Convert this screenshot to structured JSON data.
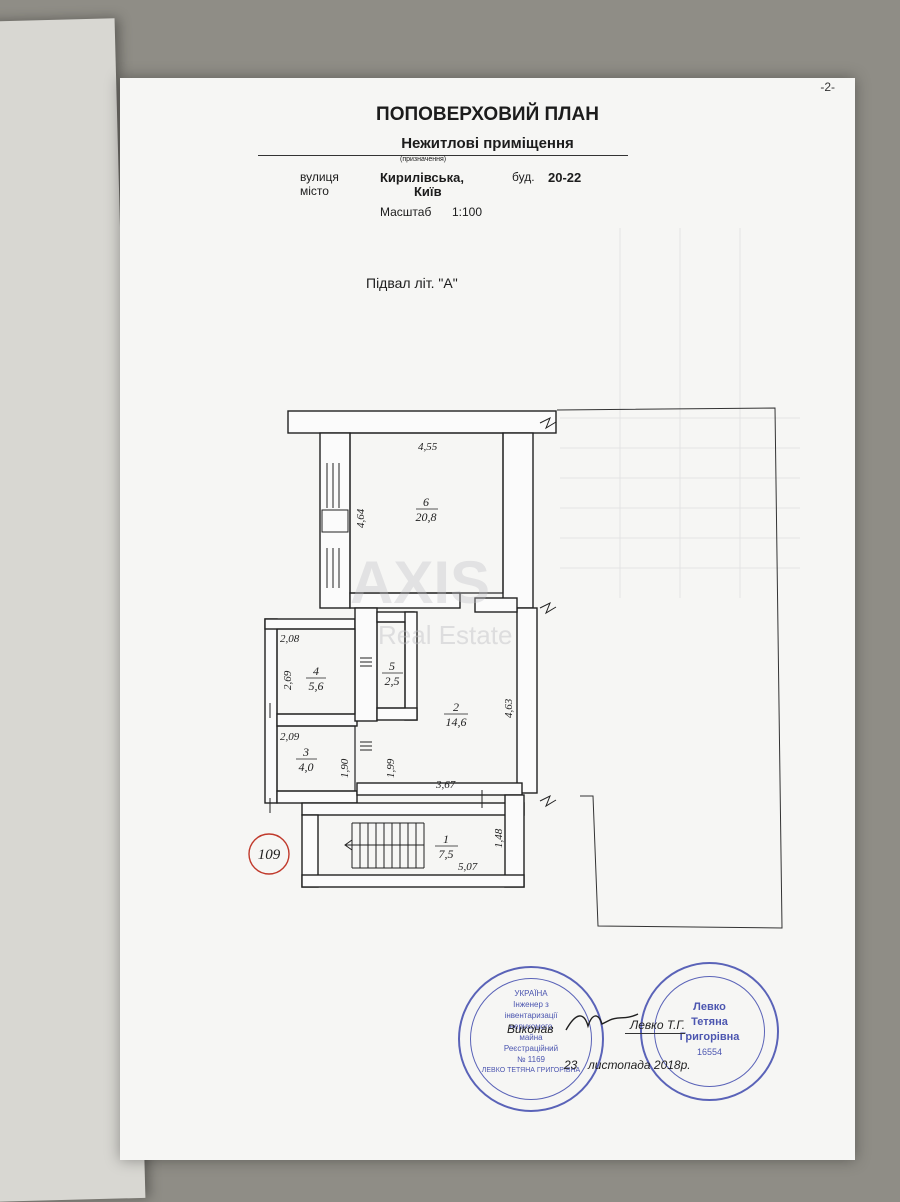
{
  "header": {
    "title": "ПОПОВЕРХОВИЙ ПЛАН",
    "subtitle": "Нежитлові приміщення",
    "purpose_caption": "(призначення)",
    "street_label": "вулиця",
    "city_label": "місто",
    "street_value": "Кирилівська,",
    "city_value": "Київ",
    "building_label": "буд.",
    "building_value": "20-22",
    "scale_label": "Масштаб",
    "scale_value": "1:100",
    "corner_mark": "-2-"
  },
  "floor_label": "Підвал  літ. \"А\"",
  "rooms": [
    {
      "number": "6",
      "area": "20,8"
    },
    {
      "number": "4",
      "area": "5,6"
    },
    {
      "number": "5",
      "area": "2,5"
    },
    {
      "number": "2",
      "area": "14,6"
    },
    {
      "number": "3",
      "area": "4,0"
    },
    {
      "number": "1",
      "area": "7,5"
    }
  ],
  "dimensions": {
    "d455": "4,55",
    "d464": "4,64",
    "d208": "2,08",
    "d269": "2,69",
    "d463": "4,63",
    "d209": "2,09",
    "d190": "1,90",
    "d199": "1,99",
    "d367": "3,67",
    "d148": "1,48",
    "d507": "5,07"
  },
  "marker": "109",
  "watermark": {
    "brand": "AXIS",
    "sub": "Real Estate"
  },
  "signature": {
    "label": "Виконав",
    "name": "Левко Т.Г.",
    "date_day": "23",
    "date_rest": "листопада 2018р."
  },
  "stamp_left": {
    "lines": [
      "УКРАЇНА",
      "Інженер з",
      "інвентаризації",
      "нерухомого",
      "майна",
      "Реєстраційний",
      "№ 1169",
      "ЛЕВКО ТЕТЯНА ГРИГОРІВНА"
    ]
  },
  "stamp_right": {
    "lines": [
      "Левко",
      "Тетяна",
      "Григорівна",
      "16554"
    ]
  }
}
